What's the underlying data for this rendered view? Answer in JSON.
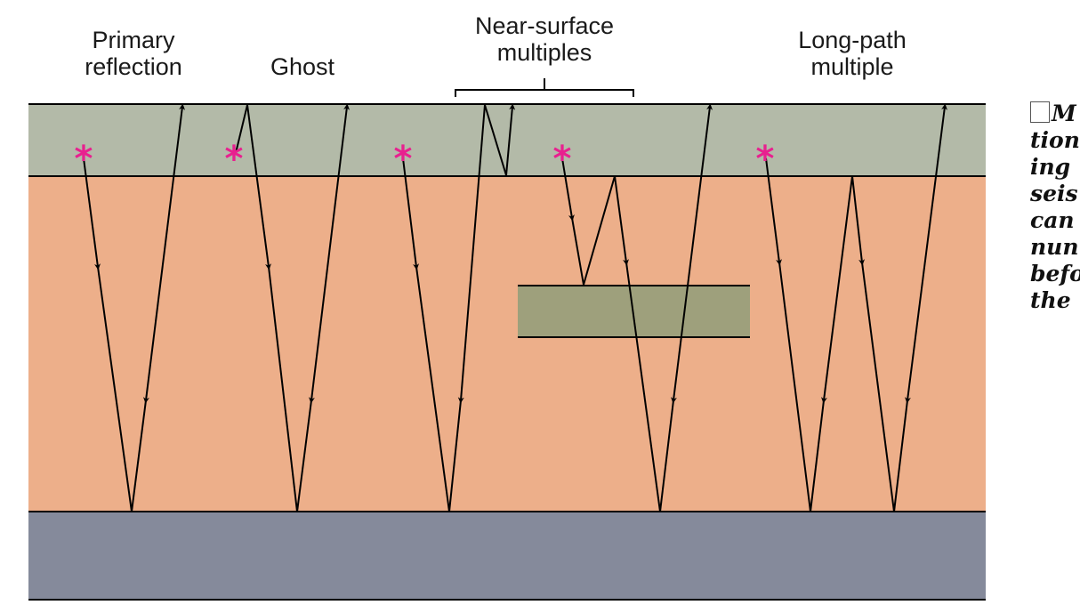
{
  "labels": {
    "primary_line1": "Primary",
    "primary_line2": "reflection",
    "ghost": "Ghost",
    "near_surface_line1": "Near-surface",
    "near_surface_line2": "multiples",
    "long_path_line1": "Long-path",
    "long_path_line2": "multiple"
  },
  "caption": {
    "lines": [
      "M",
      "tion",
      "ing",
      "seis",
      "can",
      "nun",
      "befo",
      "the"
    ]
  },
  "colors": {
    "near_surface_layer": "#b3baa8",
    "middle_layer": "#edaf8a",
    "embedded_layer": "#9ea07c",
    "bottom_layer": "#858a9b",
    "source_star": "#e8208f",
    "ray": "#000000"
  },
  "legend": {
    "source_icon": "asterisk",
    "ray_icon": "arrow"
  }
}
